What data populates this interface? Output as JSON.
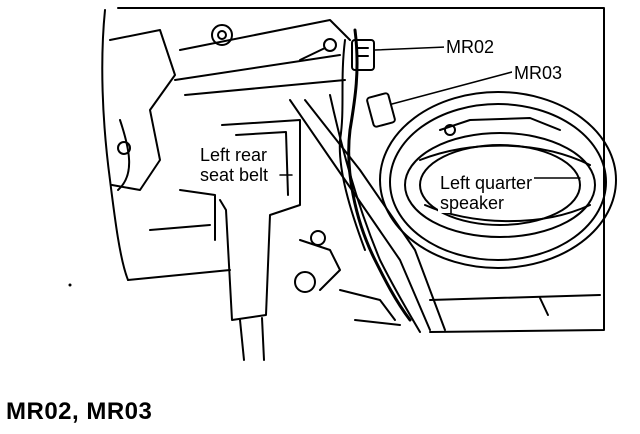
{
  "labels": {
    "mr02": "MR02",
    "mr03": "MR03",
    "seat_belt_line1": "Left rear",
    "seat_belt_line2": "seat belt",
    "speaker_line1": "Left quarter",
    "speaker_line2": "speaker"
  },
  "caption": "MR02, MR03"
}
